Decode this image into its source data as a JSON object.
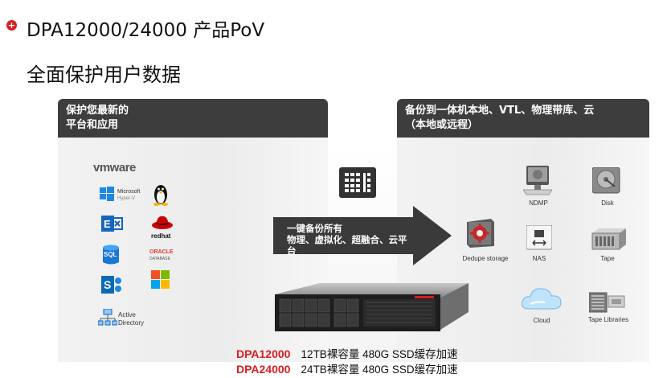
{
  "header": {
    "title": "DPA12000/24000 产品PoV",
    "subtitle": "全面保护用户数据"
  },
  "left_panel": {
    "heading_line1": "保护您最新的",
    "heading_line2": "平台和应用",
    "vmware_logo": "vmware",
    "hyperv_label_1": "Microsoft",
    "hyperv_label_2": "Hyper-V",
    "redhat_label": "redhat",
    "oracle_label_1": "ORACLE",
    "oracle_label_2": "DATABASE",
    "sql_label": "SQL",
    "active_directory_line1": "Active",
    "active_directory_line2": "Directory"
  },
  "arrow": {
    "line1": "一键备份所有",
    "line2": "物理、虚拟化、超融合、云平",
    "line3": "台"
  },
  "right_panel": {
    "heading_line1": "备份到一体机本地、VTL、物理带库、云",
    "heading_line2": "（本地或远程）",
    "targets": {
      "ndmp": "NDMP",
      "disk": "Disk",
      "dedupe": "Dedupe storage",
      "nas": "NAS",
      "tape": "Tape",
      "cloud": "Cloud",
      "tape_libraries": "Tape Libraries"
    }
  },
  "models": [
    {
      "name": "DPA12000",
      "spec": "12TB裸容量 480G SSD缓存加速"
    },
    {
      "name": "DPA24000",
      "spec": "24TB裸容量 480G SSD缓存加速"
    }
  ],
  "colors": {
    "accent_red": "#d81e1e",
    "panel_header": "#3d3d3d",
    "arrow": "#3a3a3a"
  }
}
